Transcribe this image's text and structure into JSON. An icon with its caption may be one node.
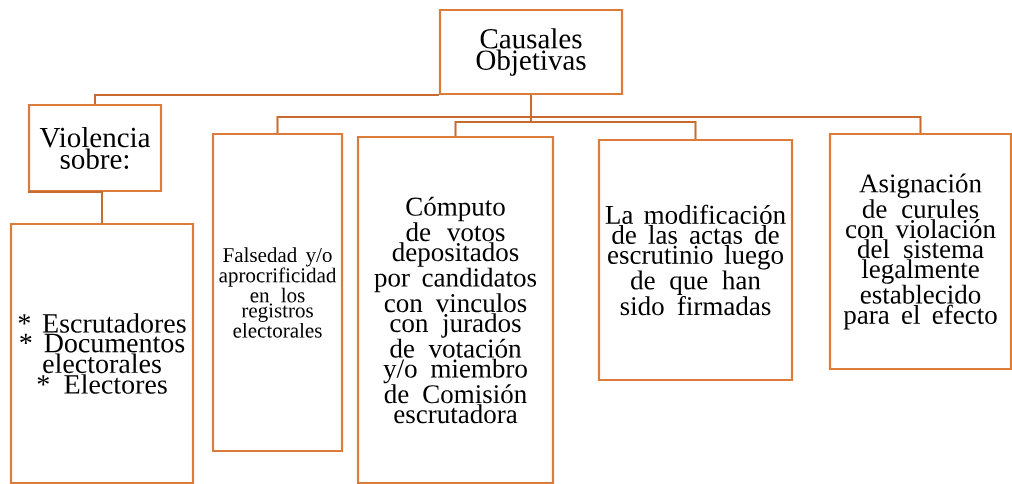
{
  "diagram": {
    "nodes": [
      {
        "text": [
          "Causales Objetivas"
        ]
      },
      {
        "text": [
          "Violencia sobre:"
        ]
      },
      {
        "text": [
          "* Escrutadores * Documentos electorales * Electores"
        ]
      },
      {
        "text": [
          "Falsedad y/o aprocrificidad en los registros electorales"
        ]
      },
      {
        "text": [
          "Cómputo de votos depositados por candidatos con vinculos con jurados de votación y/o miembro de Comisión escrutadora"
        ]
      },
      {
        "text": [
          "La modificación de las actas de escrutinio luego de que han sido firmadas"
        ]
      },
      {
        "text": [
          "Asignación de curules con violación del sistema legalmente establecido para el efecto"
        ]
      }
    ],
    "edges": [
      {
        "from": 0,
        "to": 1,
        "arrow": "none"
      },
      {
        "from": 1,
        "to": 2,
        "arrow": "none"
      },
      {
        "from": 0,
        "to": 3,
        "arrow": "none"
      },
      {
        "from": 0,
        "to": 4,
        "arrow": "none"
      },
      {
        "from": 0,
        "to": 5,
        "arrow": "none"
      },
      {
        "from": 0,
        "to": 6,
        "arrow": "none"
      }
    ]
  }
}
